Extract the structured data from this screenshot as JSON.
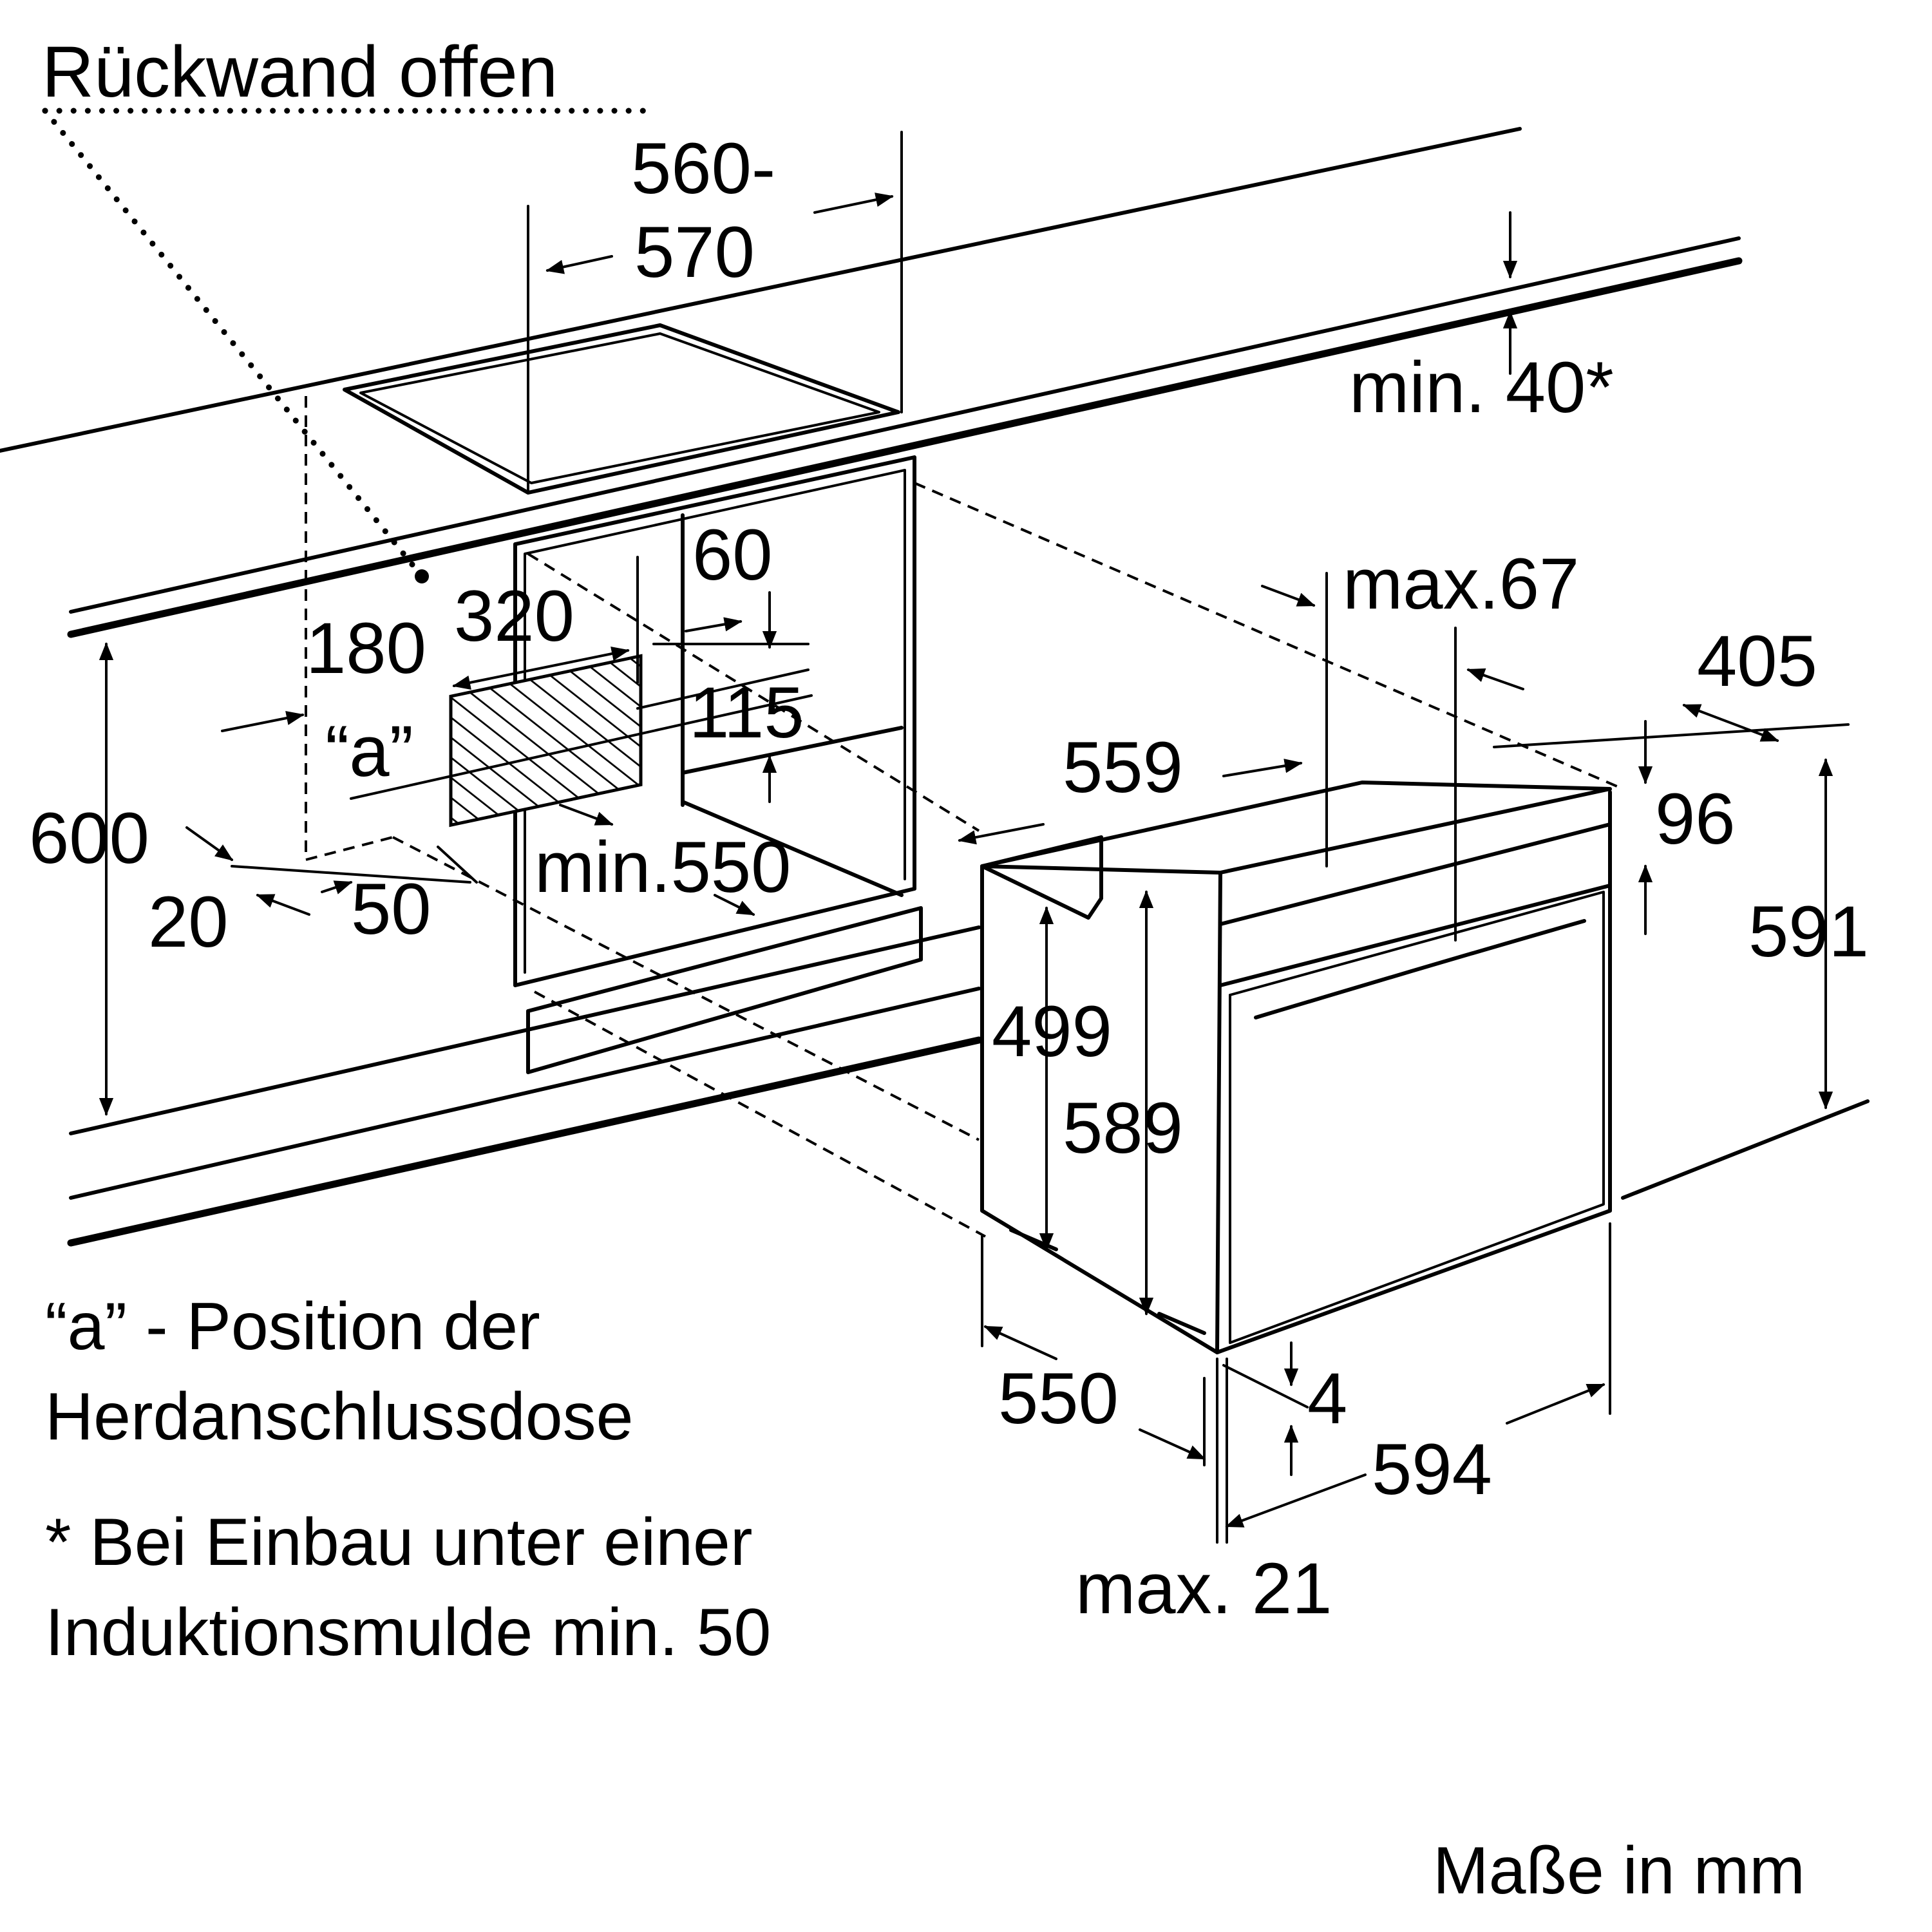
{
  "title": "Rückwand offen",
  "dimensions": {
    "cutout_width": {
      "line1": "560-",
      "line2": "570"
    },
    "clearance_top": "min. 40*",
    "socket_offset_180": "180",
    "socket_width_320": "320",
    "socket_depth_60": "60",
    "socket_height_115": "115",
    "socket_label": "“a”",
    "niche_height": "600",
    "dim_20": "20",
    "dim_50": "50",
    "niche_depth": "min.550",
    "max_67": "max.67",
    "dim_405": "405",
    "dim_559": "559",
    "dim_96": "96",
    "oven_height": "591",
    "dim_499": "499",
    "dim_589": "589",
    "oven_depth": "550",
    "dim_4": "4",
    "oven_width": "594",
    "max_21": "max. 21"
  },
  "notes": {
    "legend_line1": "“a” - Position der",
    "legend_line2": "Herdanschlussdose",
    "footnote_line1": "* Bei Einbau unter einer",
    "footnote_line2": "Induktionsmulde min. 50"
  },
  "units": "Maße in mm"
}
